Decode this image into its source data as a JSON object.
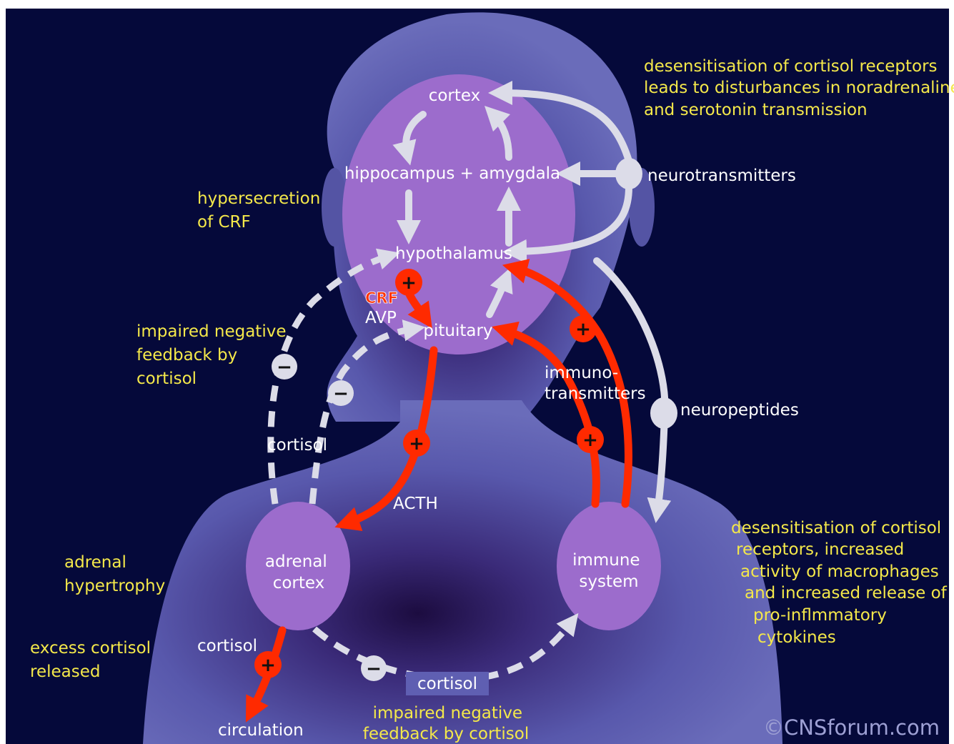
{
  "nodes": {
    "cortex": "cortex",
    "hippocampus_amygdala": "hippocampus + amygdala",
    "hypothalamus": "hypothalamus",
    "pituitary": "pituitary",
    "adrenal_cortex": [
      "adrenal",
      "cortex"
    ],
    "immune_system": [
      "immune",
      "system"
    ]
  },
  "labels": {
    "neurotransmitters": "neurotransmitters",
    "neuropeptides": "neuropeptides",
    "immunotransmitters": [
      "immuno-",
      "transmitters"
    ],
    "crf": "CRF",
    "avp": "AVP",
    "acth": "ACTH",
    "cortisol_left": "cortisol",
    "cortisol_adrenal": "cortisol",
    "cortisol_bottom": "cortisol",
    "circulation": "circulation"
  },
  "annotations": {
    "top_right": [
      "desensitisation of cortisol receptors",
      "leads to disturbances in noradrenaline",
      "and serotonin transmission"
    ],
    "hypersecretion": [
      "hypersecretion",
      "of CRF"
    ],
    "impaired_left": [
      "impaired negative",
      "feedback by",
      "cortisol"
    ],
    "adrenal_hypertrophy": [
      "adrenal",
      "hypertrophy"
    ],
    "excess_cortisol": [
      "excess cortisol",
      "released"
    ],
    "impaired_bottom": [
      "impaired negative",
      "feedback by cortisol"
    ],
    "right_desens": [
      "desensitisation of cortisol",
      "receptors, increased",
      "activity of macrophages",
      "and increased release of",
      "pro-inflmmatory",
      "cytokines"
    ]
  },
  "signs": {
    "plus": "+",
    "minus": "−"
  },
  "copyright": "©CNSforum.com",
  "colors": {
    "background": "#05093a",
    "silhouette": "#5c5cb0",
    "node": "#9c6ccc",
    "positive_arrow": "#ff2a00",
    "light_arrow": "#dcdce8",
    "annotation": "#f4e84a",
    "text": "#ffffff"
  }
}
